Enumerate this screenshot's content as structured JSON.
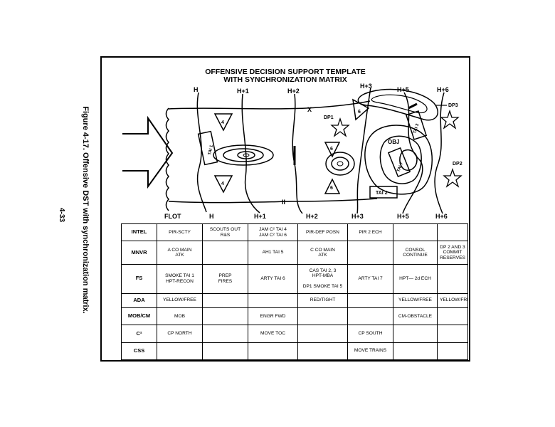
{
  "caption": "Figure 4-17.   Offensive DST with synchronization matrix.",
  "page_number": "4-33",
  "title_line1": "OFFENSIVE DECISION SUPPORT TEMPLATE",
  "title_line2": "WITH SYNCHRONIZATION MATRIX",
  "top_labels": [
    "H",
    "H+1",
    "H+2",
    "H+3",
    "H+5",
    "H+6"
  ],
  "bottom_labels": [
    "FLOT",
    "H",
    "H+1",
    "H+2",
    "H+3",
    "H+5",
    "H+6"
  ],
  "map_labels": {
    "x": "X",
    "ii": "II",
    "dp1": "DP1",
    "dp2": "DP2",
    "dp3": "DP3",
    "obj": "OBJ",
    "tai1": "TAI 1",
    "tai2": "TAI 2",
    "tai3": "TAI 3",
    "tai7": "TAI 7",
    "n4a": "4",
    "n4b": "4",
    "n6a": "6",
    "n6b": "6",
    "n6c": "6"
  },
  "matrix": {
    "rows": [
      {
        "header": "INTEL",
        "cells": [
          "PIR-SCTY",
          "SCOUTS OUT\nR&S",
          "JAM C² TAI 4\nJAM C² TAI 6",
          "PIR-DEF POSN",
          "PIR 2 ECH",
          "",
          ""
        ]
      },
      {
        "header": "MNVR",
        "cells": [
          "A CO MAIN\nATK",
          "",
          "AH1 TAI 5",
          "C CO MAIN\nATK",
          "",
          "CONSOL\nCONTINUE",
          "DP 2 AND 3\nCOMMIT\nRESERVES"
        ]
      },
      {
        "header": "FS",
        "cells": [
          "SMOKE TAI 1\nHPT-RECON",
          "PREP\nFIRES",
          "ARTY TAI 6",
          "CAS TAI 2, 3\nHPT-MBA\n\nDP1 SMOKE TAI 5",
          "ARTY TAI 7",
          "HPT— 2d ECH",
          ""
        ]
      },
      {
        "header": "ADA",
        "cells": [
          "YELLOW/FREE",
          "",
          "",
          "RED/TIGHT",
          "",
          "YELLOW/FREE",
          "YELLOW/FREE"
        ]
      },
      {
        "header": "MOB/CM",
        "cells": [
          "MOB",
          "",
          "ENGR FWD",
          "",
          "",
          "CM-OBSTACLE",
          ""
        ]
      },
      {
        "header": "C²",
        "cells": [
          "CP NORTH",
          "",
          "MOVE TOC",
          "",
          "CP SOUTH",
          "",
          ""
        ]
      },
      {
        "header": "CSS",
        "cells": [
          "",
          "",
          "",
          "",
          "MOVE TRAINS",
          "",
          ""
        ]
      }
    ]
  }
}
